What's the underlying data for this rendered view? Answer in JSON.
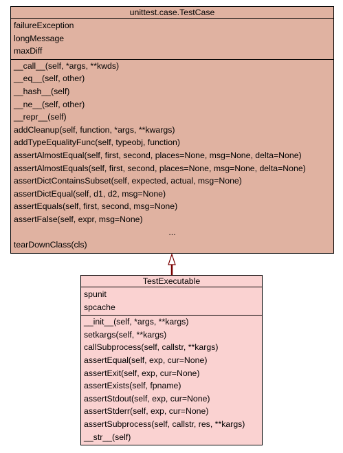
{
  "base_class": {
    "name": "unittest.case.TestCase",
    "attributes": [
      "failureException",
      "longMessage",
      "maxDiff"
    ],
    "methods": [
      "__call__(self, *args, **kwds)",
      "__eq__(self, other)",
      "__hash__(self)",
      "__ne__(self, other)",
      "__repr__(self)",
      "addCleanup(self, function, *args, **kwargs)",
      "addTypeEqualityFunc(self, typeobj, function)",
      "assertAlmostEqual(self, first, second, places=None, msg=None, delta=None)",
      "assertAlmostEquals(self, first, second, places=None, msg=None, delta=None)",
      "assertDictContainsSubset(self, expected, actual, msg=None)",
      "assertDictEqual(self, d1, d2, msg=None)",
      "assertEquals(self, first, second, msg=None)",
      "assertFalse(self, expr, msg=None)"
    ],
    "ellipsis": "...",
    "last_method": "tearDownClass(cls)",
    "fill_color": "#e0b2a1"
  },
  "derived_class": {
    "name": "TestExecutable",
    "attributes": [
      "spunit",
      "spcache"
    ],
    "methods": [
      "__init__(self, *args, **kargs)",
      "setkargs(self, **kargs)",
      "callSubprocess(self, callstr, **kargs)",
      "assertEqual(self, exp, cur=None)",
      "assertExit(self, exp, cur=None)",
      "assertExists(self, fpname)",
      "assertStdout(self, exp, cur=None)",
      "assertStderr(self, exp, cur=None)",
      "assertSubprocess(self, callstr, res, **kargs)",
      "__str__(self)"
    ],
    "fill_color": "#fad2d1"
  },
  "edge": {
    "type": "inheritance",
    "color": "#7a0000"
  }
}
